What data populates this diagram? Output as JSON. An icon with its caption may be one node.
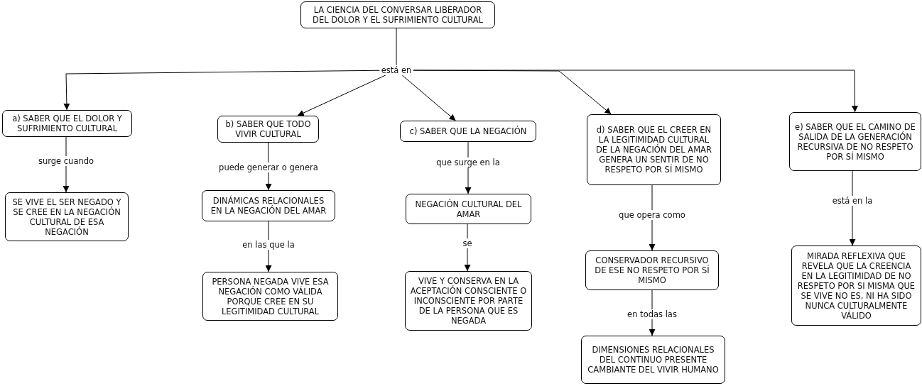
{
  "diagram": {
    "nodes": [
      {
        "text": [
          "LA CIENCIA DEL CONVERSAR LIBERADOR DEL DOLOR Y EL SUFRIMIENTO CULTURAL"
        ]
      },
      {
        "text": [
          "está en"
        ]
      },
      {
        "text": [
          "a) SABER QUE EL DOLOR Y SUFRIMIENTO CULTURAL"
        ]
      },
      {
        "text": [
          "surge cuando"
        ]
      },
      {
        "text": [
          "SE VIVE EL SER NEGADO Y SE CREE EN LA NEGACIÓN CULTURAL DE ESA NEGACIÓN"
        ]
      },
      {
        "text": [
          "b) SABER QUE TODO VIVIR CULTURAL"
        ]
      },
      {
        "text": [
          "puede generar o genera"
        ]
      },
      {
        "text": [
          "DINÁMICAS RELACIONALES EN LA NEGACIÓN DEL AMAR"
        ]
      },
      {
        "text": [
          "en las que la"
        ]
      },
      {
        "text": [
          "PERSONA NEGADA VIVE ESA NEGACIÓN COMO VÁLIDA PORQUE CREE EN SU LEGITIMIDAD CULTURAL"
        ]
      },
      {
        "text": [
          "c) SABER QUE LA NEGACIÓN"
        ]
      },
      {
        "text": [
          "que surge en la"
        ]
      },
      {
        "text": [
          "NEGACIÓN CULTURAL DEL AMAR"
        ]
      },
      {
        "text": [
          "se"
        ]
      },
      {
        "text": [
          "VIVE Y CONSERVA EN LA ACEPTACIÓN CONSCIENTE O INCONSCIENTE POR PARTE DE LA PERSONA QUE ES NEGADA"
        ]
      },
      {
        "text": [
          "d) SABER QUE EL CREER EN LA LEGITIMIDAD CULTURAL DE LA NEGACIÓN DEL AMAR GENERA UN SENTIR DE NO RESPETO POR SÍ MISMO"
        ]
      },
      {
        "text": [
          "que opera como"
        ]
      },
      {
        "text": [
          "CONSERVADOR RECURSIVO DE ESE NO RESPETO POR SÍ MISMO"
        ]
      },
      {
        "text": [
          "en todas las"
        ]
      },
      {
        "text": [
          "DIMENSIONES RELACIONALES DEL CONTINUO PRESENTE CAMBIANTE DEL VIVIR HUMANO"
        ]
      },
      {
        "text": [
          "e) SABER QUE EL CAMINO DE SALIDA DE LA GENERACIÓN RECURSIVA DE NO RESPETO POR SÍ MISMO"
        ]
      },
      {
        "text": [
          "está en la"
        ]
      },
      {
        "text": [
          "MIRADA REFLEXIVA QUE REVELA QUE LA CREENCIA EN LA LEGITIMIDAD DE NO RESPETO POR SI MISMA QUE SE VIVE NO ES, NI HA SIDO NUNCA CULTURALMENTE VÁLIDO"
        ]
      }
    ],
    "edges": [
      {
        "from": 0,
        "to": 1,
        "arrow": "none"
      },
      {
        "from": 1,
        "to": 2,
        "arrow": "to"
      },
      {
        "from": 1,
        "to": 5,
        "arrow": "to"
      },
      {
        "from": 1,
        "to": 10,
        "arrow": "to"
      },
      {
        "from": 1,
        "to": 15,
        "arrow": "to"
      },
      {
        "from": 1,
        "to": 20,
        "arrow": "to"
      },
      {
        "from": 2,
        "to": 3,
        "arrow": "none"
      },
      {
        "from": 3,
        "to": 4,
        "arrow": "to"
      },
      {
        "from": 5,
        "to": 6,
        "arrow": "none"
      },
      {
        "from": 6,
        "to": 7,
        "arrow": "to"
      },
      {
        "from": 7,
        "to": 8,
        "arrow": "none"
      },
      {
        "from": 8,
        "to": 9,
        "arrow": "to"
      },
      {
        "from": 10,
        "to": 11,
        "arrow": "none"
      },
      {
        "from": 11,
        "to": 12,
        "arrow": "to"
      },
      {
        "from": 12,
        "to": 13,
        "arrow": "none"
      },
      {
        "from": 13,
        "to": 14,
        "arrow": "to"
      },
      {
        "from": 15,
        "to": 16,
        "arrow": "none"
      },
      {
        "from": 16,
        "to": 17,
        "arrow": "to"
      },
      {
        "from": 17,
        "to": 18,
        "arrow": "none"
      },
      {
        "from": 18,
        "to": 19,
        "arrow": "to"
      },
      {
        "from": 20,
        "to": 21,
        "arrow": "none"
      },
      {
        "from": 21,
        "to": 22,
        "arrow": "to"
      }
    ]
  }
}
